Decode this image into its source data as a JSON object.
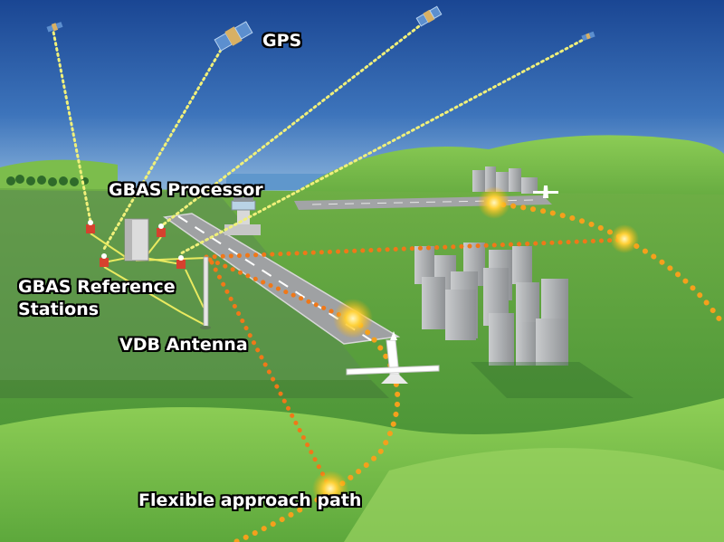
{
  "labels": {
    "gps": "GPS",
    "gbas_processor": "GBAS Processor",
    "gbas_reference_stations_line1": "GBAS Reference",
    "gbas_reference_stations_line2": "Stations",
    "vdb_antenna": "VDB Antenna",
    "flexible_approach_path": "Flexible approach path"
  },
  "colors": {
    "sky_top": "#1f4e9c",
    "sky_horizon": "#8fb8de",
    "grass_light": "#7fbf4a",
    "grass_dark": "#3f8a30",
    "satellite_signal": "#f2f27a",
    "vdb_signal": "#f07818",
    "approach_path": "#f4a21a",
    "runway": "#9a9c9e",
    "buildings": "#b4b6b8"
  },
  "icons": [
    "satellite-icon",
    "airplane-icon",
    "control-tower-icon",
    "antenna-icon",
    "reference-station-icon",
    "processor-cabinet-icon",
    "building-icon"
  ]
}
